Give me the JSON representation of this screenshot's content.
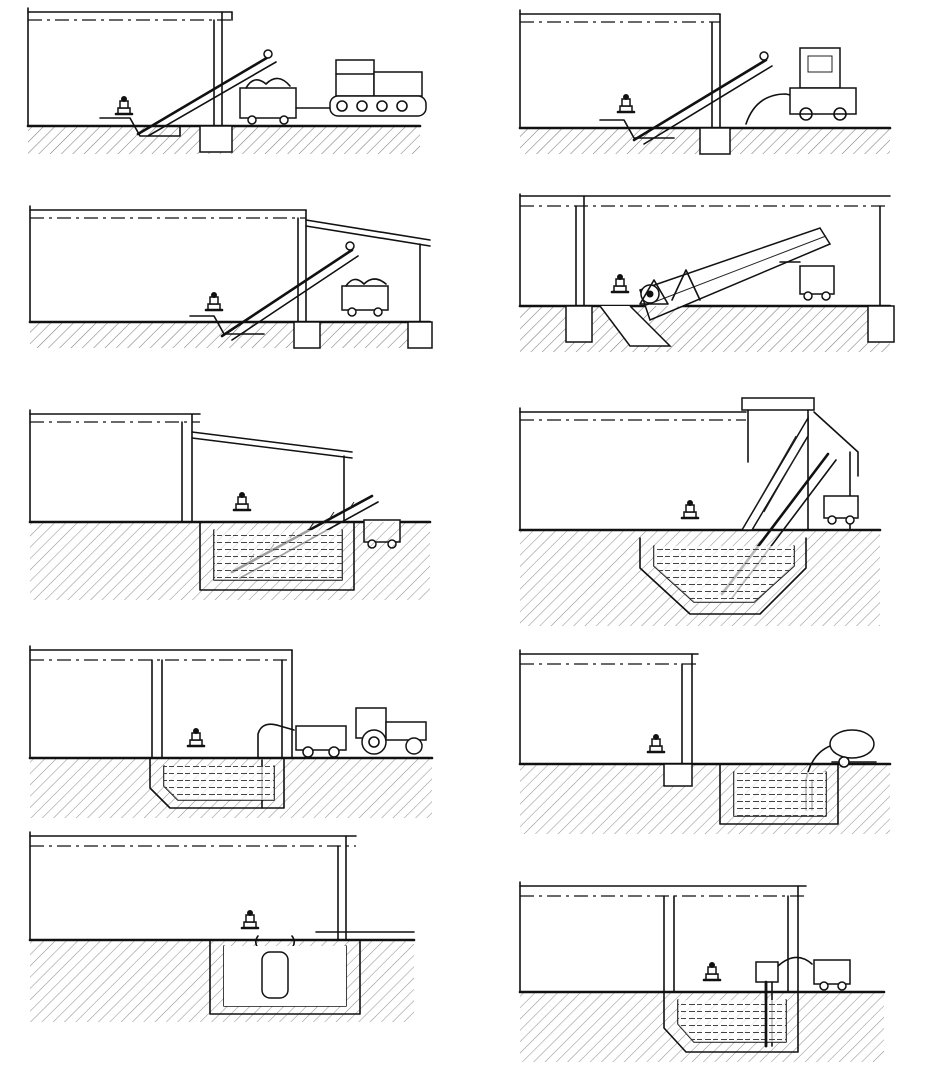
{
  "figure": {
    "layout": "grid",
    "rows": 5,
    "columns": 2,
    "background_color": "#ffffff",
    "line_color": "#111111",
    "panels": [
      {
        "id": "a",
        "building": "barn",
        "conveyor": "inclined-chain",
        "vehicle": "crawler-tractor-with-trailer",
        "pit": false
      },
      {
        "id": "b",
        "building": "barn",
        "conveyor": "inclined-chain",
        "vehicle": "bulldozer",
        "pit": false
      },
      {
        "id": "c",
        "building": "barn-with-canopy",
        "conveyor": "inclined-chain",
        "vehicle": "cart",
        "pit": false
      },
      {
        "id": "d",
        "building": "barn",
        "conveyor": "tilting-trough-conveyor",
        "vehicle": "cart",
        "pit": false
      },
      {
        "id": "e",
        "building": "barn-with-canopy",
        "conveyor": "inclined-screw",
        "vehicle": "cart",
        "pit": true
      },
      {
        "id": "f",
        "building": "barn-with-tower",
        "conveyor": "inclined-screw",
        "vehicle": "cart",
        "pit": true
      },
      {
        "id": "g",
        "building": "barn",
        "conveyor": "pump-hose",
        "vehicle": "wheeled-tractor-with-tank",
        "pit": true
      },
      {
        "id": "h",
        "building": "barn",
        "conveyor": "pump-hose",
        "vehicle": "tank-trailer",
        "pit": true
      },
      {
        "id": "i",
        "building": "barn",
        "conveyor": "submersible-pump",
        "vehicle": "none",
        "pit": true
      },
      {
        "id": "j",
        "building": "barn",
        "conveyor": "vertical-pump",
        "vehicle": "cart",
        "pit": true
      }
    ]
  }
}
